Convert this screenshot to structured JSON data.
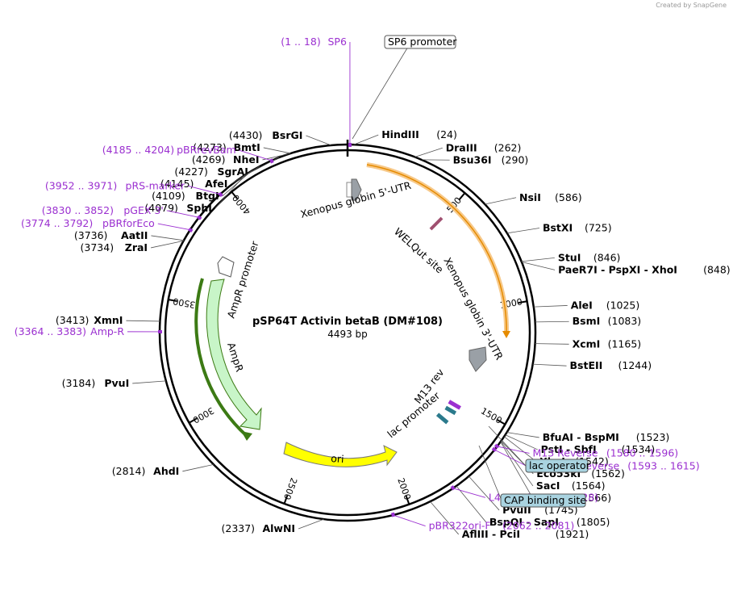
{
  "watermark": "Created by SnapGene",
  "plasmid": {
    "name": "pSP64T Activin betaB (DM#108)",
    "length_label": "4493 bp",
    "length": 4493
  },
  "colors": {
    "primer": "#9b30d0",
    "backbone": "#000000",
    "orange": "#f5a623",
    "green_dark": "#3c7a14",
    "green_light": "#c8f5c8",
    "yellow": "#ffff00",
    "grey": "#9aa0a6",
    "teal": "#2b7a8c",
    "box_fill": "#a9d3e0"
  },
  "ticks": [
    {
      "pos": 500,
      "label": "500"
    },
    {
      "pos": 1000,
      "label": "1000"
    },
    {
      "pos": 1500,
      "label": "1500"
    },
    {
      "pos": 2000,
      "label": "2000"
    },
    {
      "pos": 2500,
      "label": "2500"
    },
    {
      "pos": 3000,
      "label": "3000"
    },
    {
      "pos": 3500,
      "label": "3500"
    },
    {
      "pos": 4000,
      "label": "4000"
    }
  ],
  "sites_right": [
    {
      "pos": 24,
      "name": "HindIII",
      "coord": "(24)"
    },
    {
      "pos": 262,
      "name": "DraIII",
      "coord": "(262)"
    },
    {
      "pos": 290,
      "name": "Bsu36I",
      "coord": "(290)"
    },
    {
      "pos": 586,
      "name": "NsiI",
      "coord": "(586)"
    },
    {
      "pos": 725,
      "name": "BstXI",
      "coord": "(725)"
    },
    {
      "pos": 846,
      "name": "StuI",
      "coord": "(846)"
    },
    {
      "pos": 848,
      "name": "PaeR7I - PspXI - XhoI",
      "coord": "(848)"
    },
    {
      "pos": 1025,
      "name": "AleI",
      "coord": "(1025)"
    },
    {
      "pos": 1083,
      "name": "BsmI",
      "coord": "(1083)"
    },
    {
      "pos": 1165,
      "name": "XcmI",
      "coord": "(1165)"
    },
    {
      "pos": 1244,
      "name": "BstEII",
      "coord": "(1244)"
    },
    {
      "pos": 1523,
      "name": "BfuAI - BspMI",
      "coord": "(1523)"
    },
    {
      "pos": 1534,
      "name": "PstI - SbfI",
      "coord": "(1534)"
    },
    {
      "pos": 1542,
      "name": "XbaI",
      "coord": "(1542)"
    },
    {
      "pos": 1562,
      "name": "Eco53kI",
      "coord": "(1562)"
    },
    {
      "pos": 1564,
      "name": "SacI",
      "coord": "(1564)"
    },
    {
      "pos": 1566,
      "name": "EcoRI",
      "coord": "(1566)"
    },
    {
      "pos": 1745,
      "name": "PvuII",
      "coord": "(1745)"
    },
    {
      "pos": 1805,
      "name": "BspQI - SapI",
      "coord": "(1805)"
    },
    {
      "pos": 1921,
      "name": "AflIII - PciI",
      "coord": "(1921)"
    }
  ],
  "sites_left": [
    {
      "pos": 4430,
      "name": "BsrGI",
      "coord": "(4430)"
    },
    {
      "pos": 4273,
      "name": "BmtI",
      "coord": "(4273)"
    },
    {
      "pos": 4269,
      "name": "NheI",
      "coord": "(4269)"
    },
    {
      "pos": 4227,
      "name": "SgrAI",
      "coord": "(4227)"
    },
    {
      "pos": 4145,
      "name": "AfeI",
      "coord": "(4145)"
    },
    {
      "pos": 4109,
      "name": "BtgI",
      "coord": "(4109)"
    },
    {
      "pos": 4079,
      "name": "SphI",
      "coord": "(4079)"
    },
    {
      "pos": 3736,
      "name": "AatII",
      "coord": "(3736)"
    },
    {
      "pos": 3734,
      "name": "ZraI",
      "coord": "(3734)"
    },
    {
      "pos": 3413,
      "name": "XmnI",
      "coord": "(3413)"
    },
    {
      "pos": 3184,
      "name": "PvuI",
      "coord": "(3184)"
    },
    {
      "pos": 2814,
      "name": "AhdI",
      "coord": "(2814)"
    },
    {
      "pos": 2337,
      "name": "AlwNI",
      "coord": "(2337)"
    }
  ],
  "primers": [
    {
      "pos": 9,
      "name": "SP6",
      "coord": "(1 .. 18)"
    },
    {
      "pos": 4195,
      "name": "pBRrevBam",
      "coord": "(4185 .. 4204)"
    },
    {
      "pos": 3961,
      "name": "pRS-marker",
      "coord": "(3952 .. 3971)"
    },
    {
      "pos": 3841,
      "name": "pGEX 3'",
      "coord": "(3830 .. 3852)"
    },
    {
      "pos": 3783,
      "name": "pBRforEco",
      "coord": "(3774 .. 3792)"
    },
    {
      "pos": 3373,
      "name": "Amp-R",
      "coord": "(3364 .. 3383)"
    },
    {
      "pos": 1588,
      "name": "M13 Reverse",
      "coord": "(1580 .. 1596)"
    },
    {
      "pos": 1604,
      "name": "M13/pUC Reverse",
      "coord": "(1593 .. 1615)"
    },
    {
      "pos": 1820,
      "name": "L4440",
      "coord": "(1811 .. 1828)"
    },
    {
      "pos": 2071,
      "name": "pBR322ori-F",
      "coord": "(2062 .. 2081)"
    }
  ],
  "boxed_features": [
    {
      "name": "SP6 promoter"
    },
    {
      "name": "lac operator"
    },
    {
      "name": "CAP binding site"
    }
  ],
  "inner_labels": {
    "xenopus5": "Xenopus globin 5'-UTR",
    "welqut": "WELQut site",
    "xenopus3": "Xenopus globin 3'-UTR",
    "m13rev": "M13 rev",
    "lacpromoter": "lac promoter",
    "ampr_promoter": "AmpR promoter",
    "ampr": "AmpR",
    "ori": "ori"
  }
}
